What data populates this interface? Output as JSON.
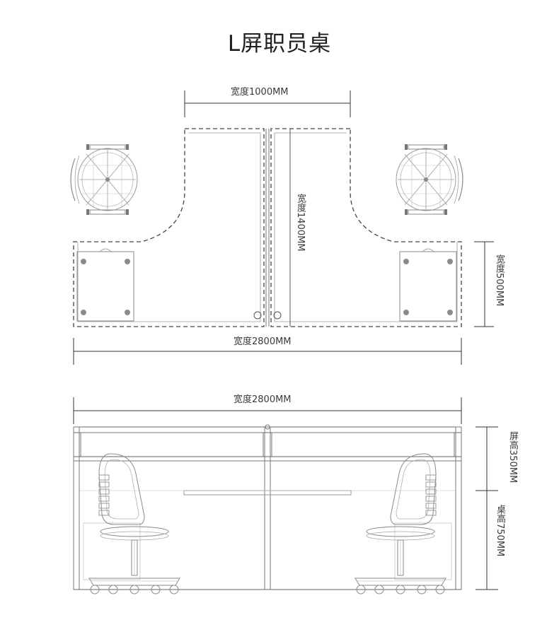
{
  "title": "L屏职员桌",
  "plan_view": {
    "top_width_label": "宽度1000MM",
    "depth_label": "宽度1400MM",
    "side_depth_label": "宽度500MM",
    "total_width_label": "宽度2800MM"
  },
  "front_view": {
    "total_width_label": "宽度2800MM",
    "screen_height_label": "屏高350MM",
    "desk_height_label": "桌高750MM"
  }
}
